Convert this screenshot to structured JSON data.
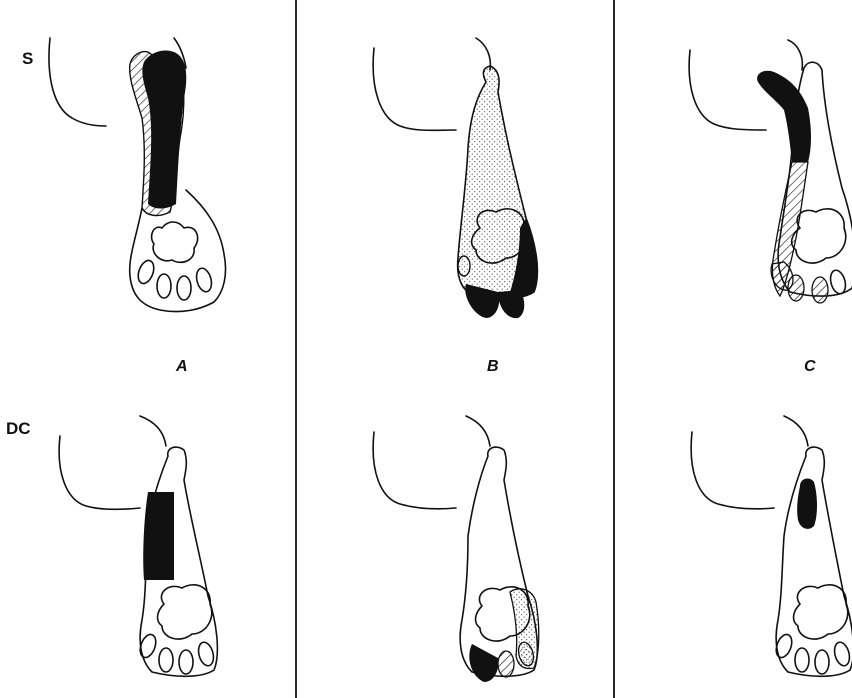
{
  "rows": [
    {
      "label": "S"
    },
    {
      "label": "DC"
    }
  ],
  "columns": [
    {
      "label": "A"
    },
    {
      "label": "B"
    },
    {
      "label": "C"
    }
  ],
  "colors": {
    "ink": "#111111",
    "background": "#ffffff"
  },
  "fill_legend_icons": [
    "solid-black",
    "hatched",
    "stippled"
  ]
}
